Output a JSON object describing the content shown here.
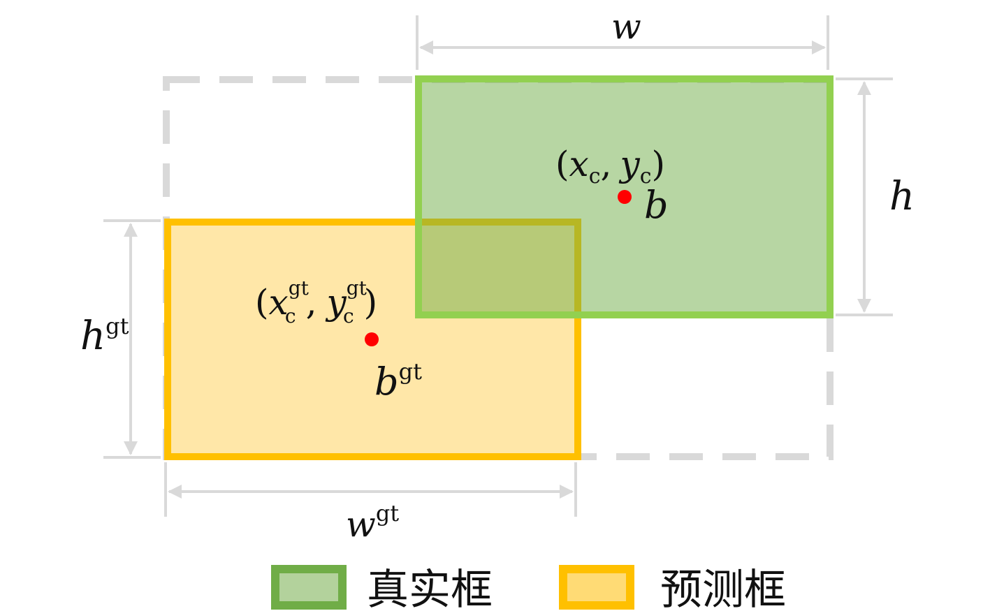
{
  "labels": {
    "w": "w",
    "h": "h",
    "w_gt_base": "w",
    "h_gt_base": "h",
    "gt": "gt",
    "center_pred": {
      "open": "(",
      "x": "x",
      "sub_c": "c",
      "comma": ",",
      "y": "y",
      "close": ")"
    },
    "center_gt": {
      "open": "(",
      "x": "x",
      "sub_c": "c",
      "comma": ",",
      "y": "y",
      "close": ")"
    },
    "b": "b",
    "b_gt_base": "b"
  },
  "legend": [
    {
      "label": "真实框",
      "stroke": "#70ad47",
      "fill": "#b3d29c"
    },
    {
      "label": "预测框",
      "stroke": "#ffc000",
      "fill": "#ffdb75"
    }
  ],
  "colors": {
    "green_stroke": "#92d050",
    "yellow_stroke": "#ffc000",
    "yellow_fill": "#ffe7a8",
    "dim": "#d9d9d9",
    "center": "#ff0000"
  }
}
